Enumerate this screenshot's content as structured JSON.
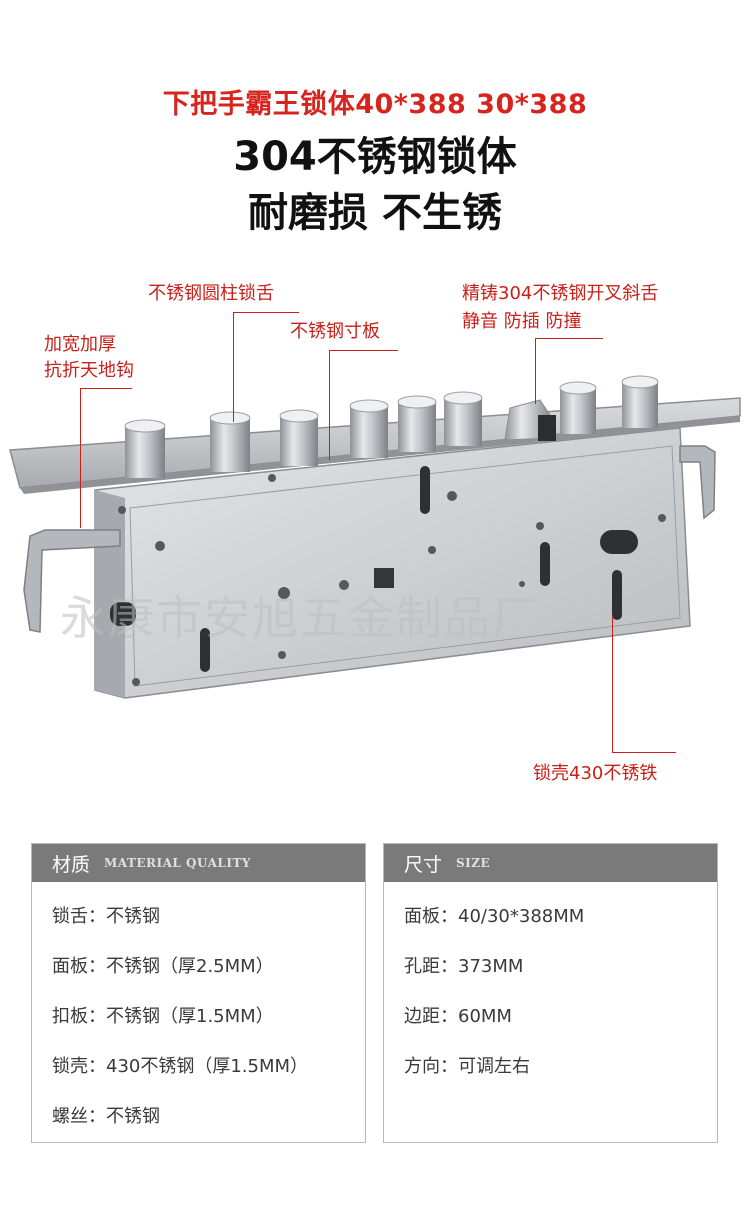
{
  "header": {
    "subtitle": "下把手霸王锁体40*388  30*388",
    "title_line1": "304不锈钢锁体",
    "title_line2": "耐磨损 不生锈"
  },
  "callouts": {
    "cylinder_bolt": "不锈钢圆柱锁舌",
    "steel_plate": "不锈钢寸板",
    "hook_line1": "加宽加厚",
    "hook_line2": "抗折天地钩",
    "latch_line1": "精铸304不锈钢开叉斜舌",
    "latch_line2": "静音 防插 防撞",
    "shell": "锁壳430不锈铁"
  },
  "watermark": "永康市安旭五金制品厂",
  "material_panel": {
    "title_zh": "材质",
    "title_en": "MATERIAL QUALITY",
    "rows": [
      "锁舌：不锈钢",
      "面板：不锈钢（厚2.5MM）",
      "扣板：不锈钢（厚1.5MM）",
      "锁壳：430不锈钢（厚1.5MM）",
      "螺丝：不锈钢"
    ]
  },
  "size_panel": {
    "title_zh": "尺寸",
    "title_en": "SIZE",
    "rows": [
      "面板：40/30*388MM",
      "孔距：373MM",
      "边距：60MM",
      "方向：可调左右"
    ]
  },
  "colors": {
    "accent_red": "#c9201a",
    "panel_header": "#7a7a7a",
    "steel": "#c4c7ca"
  }
}
